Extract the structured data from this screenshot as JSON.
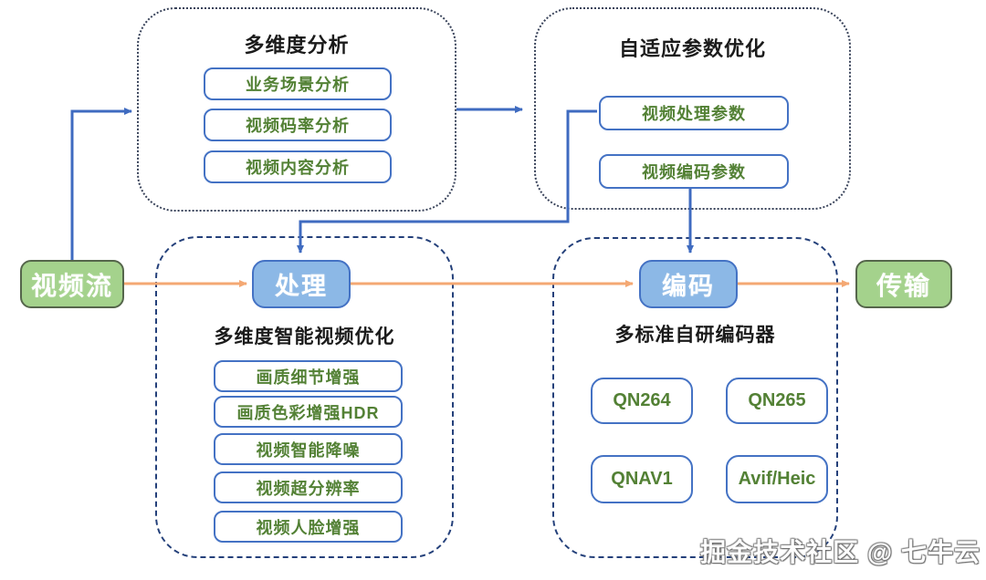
{
  "colors": {
    "green_fill": "#a4d28c",
    "green_border": "#55664b",
    "blue_fill": "#8cb8e6",
    "blue_border": "#4472c4",
    "item_border": "#4472c4",
    "item_text": "#538135",
    "line_blue": "#3f6bc0",
    "line_orange": "#f4a873",
    "dot_border": "#39435a",
    "dash_border": "#24407a",
    "title_color": "#1b1b1b"
  },
  "nodes": {
    "video_stream": "视频流",
    "process": "处理",
    "encode": "编码",
    "transmit": "传输"
  },
  "groups": {
    "analysis": {
      "title": "多维度分析",
      "items": [
        "业务场景分析",
        "视频码率分析",
        "视频内容分析"
      ]
    },
    "param_opt": {
      "title": "自适应参数优化",
      "items": [
        "视频处理参数",
        "视频编码参数"
      ]
    },
    "video_opt": {
      "title": "多维度智能视频优化",
      "items": [
        "画质细节增强",
        "画质色彩增强HDR",
        "视频智能降噪",
        "视频超分辨率",
        "视频人脸增强"
      ]
    },
    "encoders": {
      "title": "多标准自研编码器",
      "items": [
        "QN264",
        "QN265",
        "QNAV1",
        "Avif/Heic"
      ]
    }
  },
  "watermark": "掘金技术社区 @ 七牛云"
}
